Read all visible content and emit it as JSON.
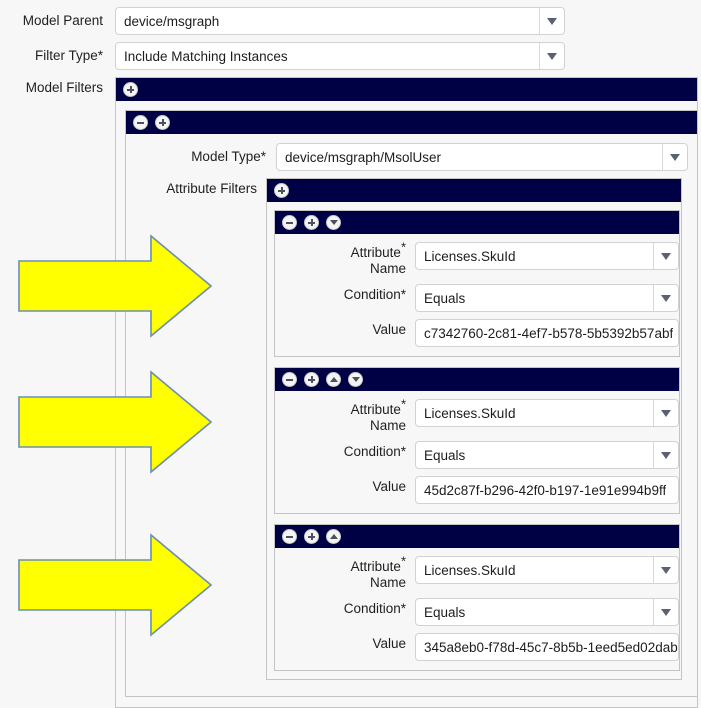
{
  "form": {
    "fields": [
      {
        "label": "Model Parent",
        "required": false,
        "value": "device/msgraph",
        "control": "dropdown"
      },
      {
        "label": "Filter Type",
        "required": true,
        "value": "Include Matching Instances",
        "control": "dropdown"
      }
    ],
    "model_filters_label": "Model Filters",
    "model_type_label": "Model Type*",
    "model_type_value": "device/msgraph/MsolUser",
    "attribute_filters_label": "Attribute Filters",
    "attribute_name_label_line1": "Attribute",
    "attribute_name_label_line2": "Name",
    "attribute_name_required_mark": "*",
    "condition_label": "Condition*",
    "value_label": "Value"
  },
  "toolbars": {
    "model_filters": [
      "add-icon"
    ],
    "model_entry": [
      "remove-icon",
      "add-icon"
    ],
    "attribute_filters": [
      "add-icon"
    ]
  },
  "attribute_filters": [
    {
      "toolbar": [
        "remove-icon",
        "add-icon",
        "move-down-icon"
      ],
      "attribute_name": "Licenses.SkuId",
      "condition": "Equals",
      "value": "c7342760-2c81-4ef7-b578-5b5392b57abf"
    },
    {
      "toolbar": [
        "remove-icon",
        "add-icon",
        "move-up-icon",
        "move-down-icon"
      ],
      "attribute_name": "Licenses.SkuId",
      "condition": "Equals",
      "value": "45d2c87f-b296-42f0-b197-1e91e994b9ff"
    },
    {
      "toolbar": [
        "remove-icon",
        "add-icon",
        "move-up-icon"
      ],
      "attribute_name": "Licenses.SkuId",
      "condition": "Equals",
      "value": "345a8eb0-f78d-45c7-8b5b-1eed5ed02dab"
    }
  ],
  "annotations": {
    "arrows": [
      {
        "name": "callout-arrow-1",
        "direction": "right"
      },
      {
        "name": "callout-arrow-2",
        "direction": "right"
      },
      {
        "name": "callout-arrow-3",
        "direction": "right"
      }
    ],
    "arrow_fill": "#ffff00",
    "arrow_stroke": "#6b8fb0"
  },
  "colors": {
    "bar_navy": "#000045",
    "page_background": "#f7f7f7",
    "panel_border": "#c4c4c4",
    "input_background": "#ffffff"
  }
}
